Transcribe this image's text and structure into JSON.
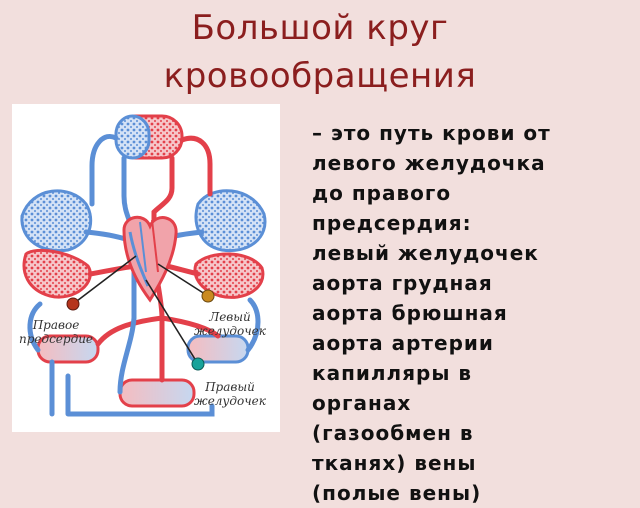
{
  "slide": {
    "title_line1": "Большой круг",
    "title_line2": "кровообращения"
  },
  "diagram": {
    "labels": {
      "right_atrium_1": "Правое",
      "right_atrium_2": "предсердие",
      "left_ventricle_1": "Левый",
      "left_ventricle_2": "желудочек",
      "right_ventricle_1": "Правый",
      "right_ventricle_2": "желудочек"
    },
    "colors": {
      "arterial": "#e3404a",
      "venous": "#5b8fd6",
      "marker_right_atrium": "#b5351d",
      "marker_left_ventricle": "#c98a1f",
      "marker_right_ventricle": "#18a39a"
    }
  },
  "description": {
    "lines": [
      "– это путь крови от",
      "левого желудочка",
      "до правого",
      "предсердия:",
      "левый желудочек",
      "аорта  грудная",
      "аорта  брюшная",
      "аорта  артерии",
      "капилляры в",
      "органах",
      "(газообмен в",
      "тканях)  вены",
      "(полые  вены)"
    ]
  }
}
